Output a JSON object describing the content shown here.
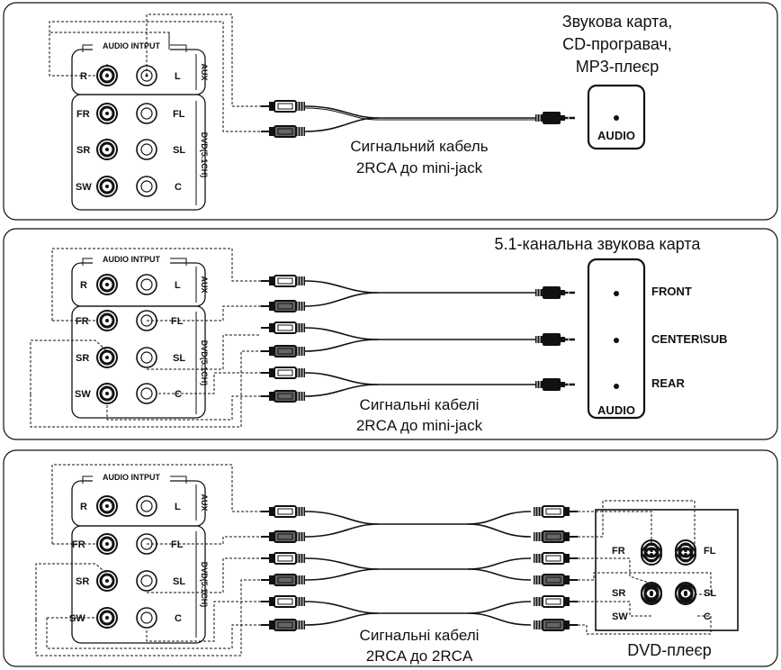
{
  "connectors": {
    "audio_input": "AUDIO INTPUT",
    "aux": "AUX",
    "dvd": "DVD(5.1CH)",
    "r": "R",
    "l": "L",
    "fr": "FR",
    "fl": "FL",
    "sr": "SR",
    "sl": "SL",
    "sw": "SW",
    "c": "C"
  },
  "panel1": {
    "device_line1": "Звукова карта,",
    "device_line2": "CD-програвач,",
    "device_line3": "MP3-плеєр",
    "audio": "AUDIO",
    "cable_line1": "Сигнальний кабель",
    "cable_line2": "2RCA до mini-jack"
  },
  "panel2": {
    "title": "5.1-канальна звукова карта",
    "front": "FRONT",
    "center_sub": "CENTER\\SUB",
    "rear": "REAR",
    "audio": "AUDIO",
    "cable_line1": "Сигнальні кабелі",
    "cable_line2": "2RCA до mini-jack"
  },
  "panel3": {
    "cable_line1": "Сигнальні кабелі",
    "cable_line2": "2RCA до 2RCA",
    "device": "DVD-плеєр",
    "fr": "FR",
    "fl": "FL",
    "sr": "SR",
    "sl": "SL",
    "sw": "SW",
    "c": "C"
  }
}
